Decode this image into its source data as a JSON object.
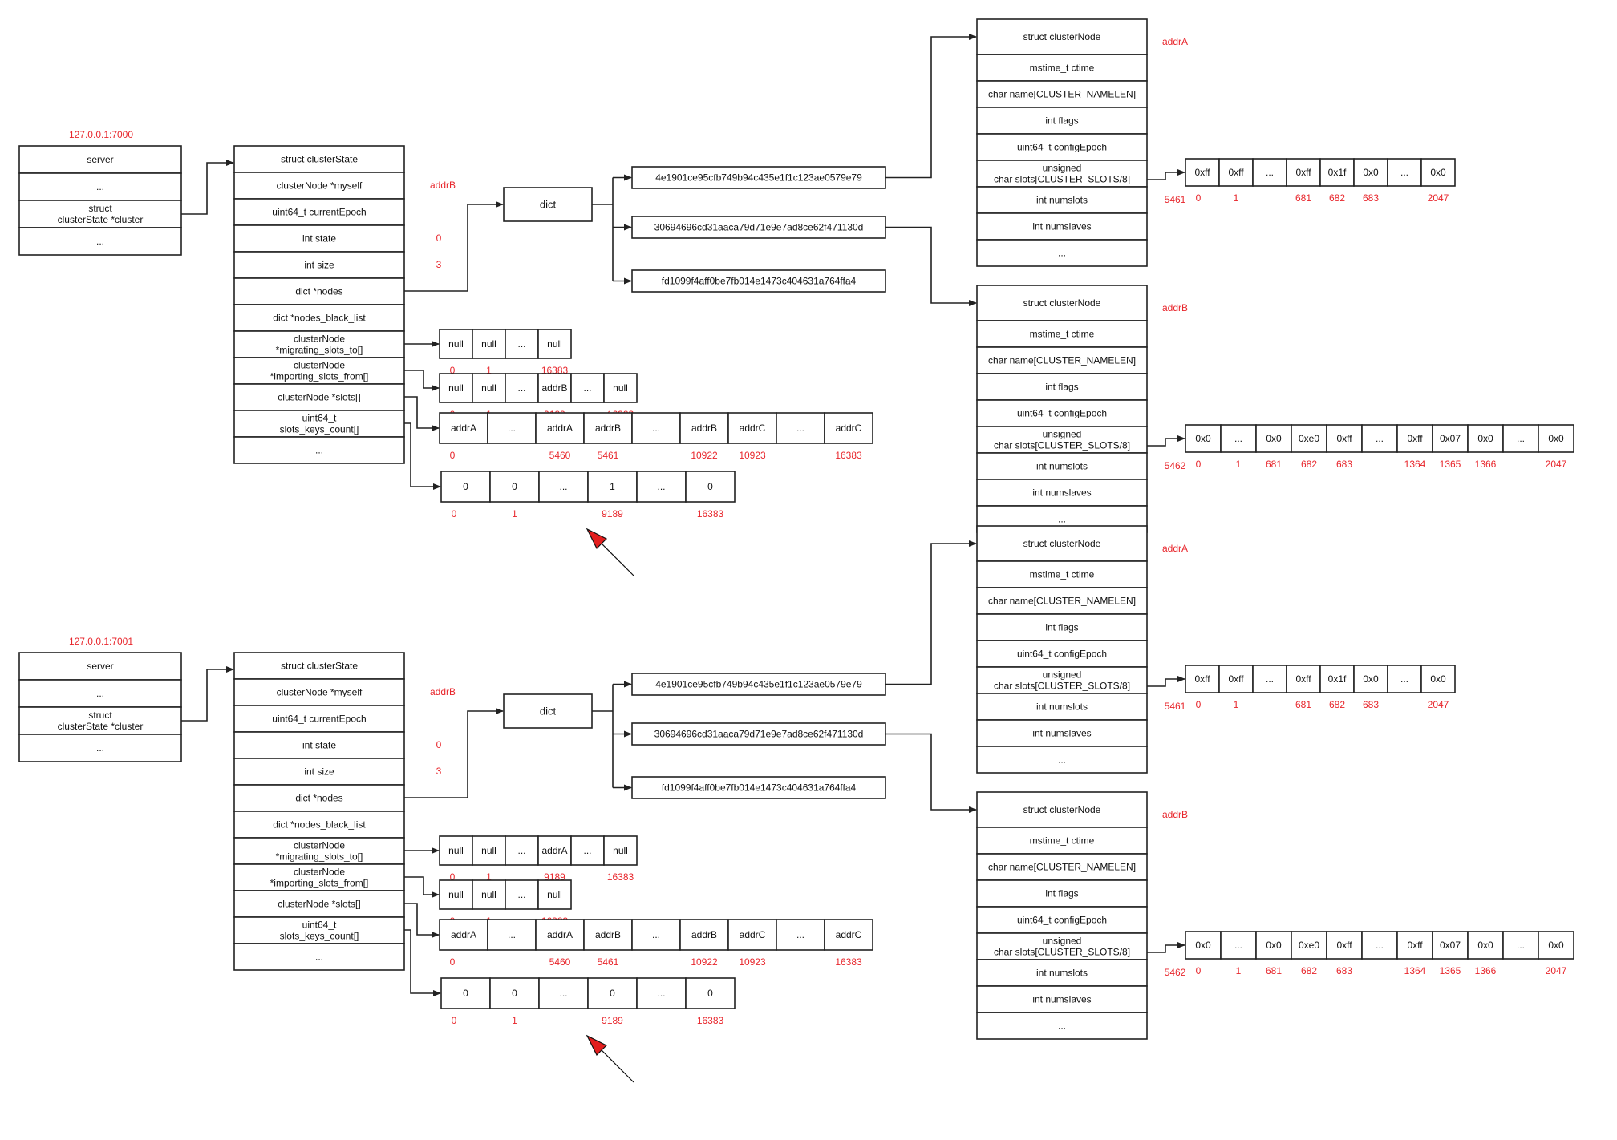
{
  "colors": {
    "line": "#222222",
    "label": "#e8262c",
    "text": "#111111",
    "arrow_fill": "#e31e1e"
  },
  "sections": [
    {
      "server_label": "127.0.0.1:7000",
      "server_rows": [
        "server",
        "...",
        "struct clusterState *cluster",
        "..."
      ],
      "cluster_rows": [
        "struct clusterState",
        "clusterNode *myself",
        "uint64_t currentEpoch",
        "int state",
        "int size",
        "dict *nodes",
        "dict *nodes_black_list",
        "clusterNode *migrating_slots_to[]",
        "clusterNode *importing_slots_from[]",
        "clusterNode *slots[]",
        "uint64_t slots_keys_count[]",
        "..."
      ],
      "cluster_annotations": {
        "myself": "addrB",
        "state": "0",
        "size": "3"
      },
      "dict_label": "dict",
      "node_ids": [
        "4e1901ce95cfb749b94c435e1f1c123ae0579e79",
        "30694696cd31aaca79d71e9e7ad8ce62f471130d",
        "fd1099f4aff0be7fb014e1473c404631a764ffa4"
      ],
      "migrating": {
        "cells": [
          "null",
          "null",
          "...",
          "null"
        ],
        "indices": [
          "0",
          "1",
          "16383"
        ]
      },
      "importing": {
        "cells": [
          "null",
          "null",
          "...",
          "addrB",
          "...",
          "null"
        ],
        "indices": [
          "0",
          "1",
          "9189",
          "16383"
        ]
      },
      "slots": {
        "cells": [
          "addrA",
          "...",
          "addrA",
          "addrB",
          "...",
          "addrB",
          "addrC",
          "...",
          "addrC"
        ],
        "indices": [
          "0",
          "5460",
          "5461",
          "10922",
          "10923",
          "16383"
        ]
      },
      "keys_count": {
        "cells": [
          "0",
          "0",
          "...",
          "1",
          "...",
          "0"
        ],
        "indices": [
          "0",
          "1",
          "9189",
          "16383"
        ]
      },
      "nodes": [
        {
          "label": "addrA",
          "rows": [
            "struct clusterNode",
            "mstime_t ctime",
            "char name[CLUSTER_NAMELEN]",
            "int flags",
            "uint64_t configEpoch",
            "unsigned char slots[CLUSTER_SLOTS/8]",
            "int numslots",
            "int numslaves",
            "..."
          ],
          "numslots": "5461",
          "bitmap": {
            "cells": [
              "0xff",
              "0xff",
              "...",
              "0xff",
              "0x1f",
              "0x0",
              "...",
              "0x0"
            ],
            "indices": [
              "0",
              "1",
              "681",
              "682",
              "683",
              "2047"
            ]
          }
        },
        {
          "label": "addrB",
          "rows": [
            "struct clusterNode",
            "mstime_t ctime",
            "char name[CLUSTER_NAMELEN]",
            "int flags",
            "uint64_t configEpoch",
            "unsigned char slots[CLUSTER_SLOTS/8]",
            "int numslots",
            "int numslaves",
            "..."
          ],
          "numslots": "5462",
          "bitmap": {
            "cells": [
              "0x0",
              "...",
              "0x0",
              "0xe0",
              "0xff",
              "...",
              "0xff",
              "0x07",
              "0x0",
              "...",
              "0x0"
            ],
            "indices": [
              "0",
              "1",
              "681",
              "682",
              "683",
              "1364",
              "1365",
              "1366",
              "2047"
            ]
          }
        }
      ]
    },
    {
      "server_label": "127.0.0.1:7001",
      "server_rows": [
        "server",
        "...",
        "struct clusterState *cluster",
        "..."
      ],
      "cluster_rows": [
        "struct clusterState",
        "clusterNode *myself",
        "uint64_t currentEpoch",
        "int state",
        "int size",
        "dict *nodes",
        "dict *nodes_black_list",
        "clusterNode *migrating_slots_to[]",
        "clusterNode *importing_slots_from[]",
        "clusterNode *slots[]",
        "uint64_t slots_keys_count[]",
        "..."
      ],
      "cluster_annotations": {
        "myself": "addrB",
        "state": "0",
        "size": "3"
      },
      "dict_label": "dict",
      "node_ids": [
        "4e1901ce95cfb749b94c435e1f1c123ae0579e79",
        "30694696cd31aaca79d71e9e7ad8ce62f471130d",
        "fd1099f4aff0be7fb014e1473c404631a764ffa4"
      ],
      "migrating": {
        "cells": [
          "null",
          "null",
          "...",
          "addrA",
          "...",
          "null"
        ],
        "indices": [
          "0",
          "1",
          "9189",
          "16383"
        ]
      },
      "importing": {
        "cells": [
          "null",
          "null",
          "...",
          "null"
        ],
        "indices": [
          "0",
          "1",
          "16383"
        ]
      },
      "slots": {
        "cells": [
          "addrA",
          "...",
          "addrA",
          "addrB",
          "...",
          "addrB",
          "addrC",
          "...",
          "addrC"
        ],
        "indices": [
          "0",
          "5460",
          "5461",
          "10922",
          "10923",
          "16383"
        ]
      },
      "keys_count": {
        "cells": [
          "0",
          "0",
          "...",
          "0",
          "...",
          "0"
        ],
        "indices": [
          "0",
          "1",
          "9189",
          "16383"
        ]
      },
      "nodes": [
        {
          "label": "addrA",
          "rows": [
            "struct clusterNode",
            "mstime_t ctime",
            "char name[CLUSTER_NAMELEN]",
            "int flags",
            "uint64_t configEpoch",
            "unsigned char slots[CLUSTER_SLOTS/8]",
            "int numslots",
            "int numslaves",
            "..."
          ],
          "numslots": "5461",
          "bitmap": {
            "cells": [
              "0xff",
              "0xff",
              "...",
              "0xff",
              "0x1f",
              "0x0",
              "...",
              "0x0"
            ],
            "indices": [
              "0",
              "1",
              "681",
              "682",
              "683",
              "2047"
            ]
          }
        },
        {
          "label": "addrB",
          "rows": [
            "struct clusterNode",
            "mstime_t ctime",
            "char name[CLUSTER_NAMELEN]",
            "int flags",
            "uint64_t configEpoch",
            "unsigned char slots[CLUSTER_SLOTS/8]",
            "int numslots",
            "int numslaves",
            "..."
          ],
          "numslots": "5462",
          "bitmap": {
            "cells": [
              "0x0",
              "...",
              "0x0",
              "0xe0",
              "0xff",
              "...",
              "0xff",
              "0x07",
              "0x0",
              "...",
              "0x0"
            ],
            "indices": [
              "0",
              "1",
              "681",
              "682",
              "683",
              "1364",
              "1365",
              "1366",
              "2047"
            ]
          }
        }
      ]
    }
  ]
}
